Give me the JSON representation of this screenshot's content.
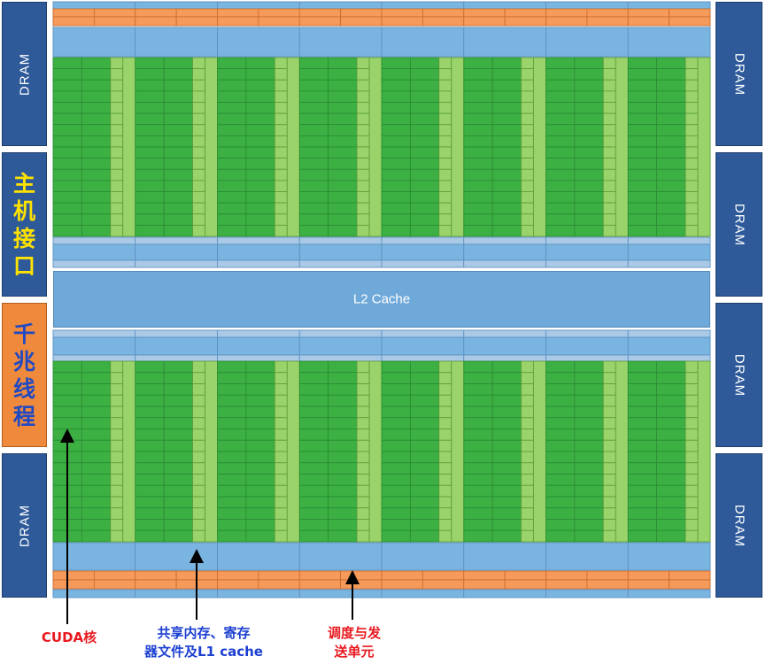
{
  "left_column": {
    "dram_top": "DRAM",
    "host_interface": "主\n机\n接\n口",
    "gigathread": "千\n兆\n线\n程",
    "dram_bottom": "DRAM"
  },
  "right_column": {
    "dram": [
      "DRAM",
      "DRAM",
      "DRAM",
      "DRAM"
    ]
  },
  "l2_cache": "L2 Cache",
  "sm_columns": 8,
  "cuda_core_rows": 16,
  "annotations": {
    "cuda_core": "CUDA核",
    "shared_memory": "共享内存、寄存\n器文件及L1 cache",
    "scheduler": "调度与发\n送单元"
  },
  "colors": {
    "dram": "#2e5a9a",
    "gigathread": "#ef8a3c",
    "host_text": "#ffe200",
    "gigathread_text": "#1f49c4",
    "l2_cache": "#6fa9d9",
    "cuda_core": "#3cb043",
    "load_store": "#9ad36a",
    "scheduler": "#f59a5a",
    "shared_memory": "#7ab4e0",
    "red_label": "#e8191f",
    "blue_label": "#1b3fd1"
  }
}
